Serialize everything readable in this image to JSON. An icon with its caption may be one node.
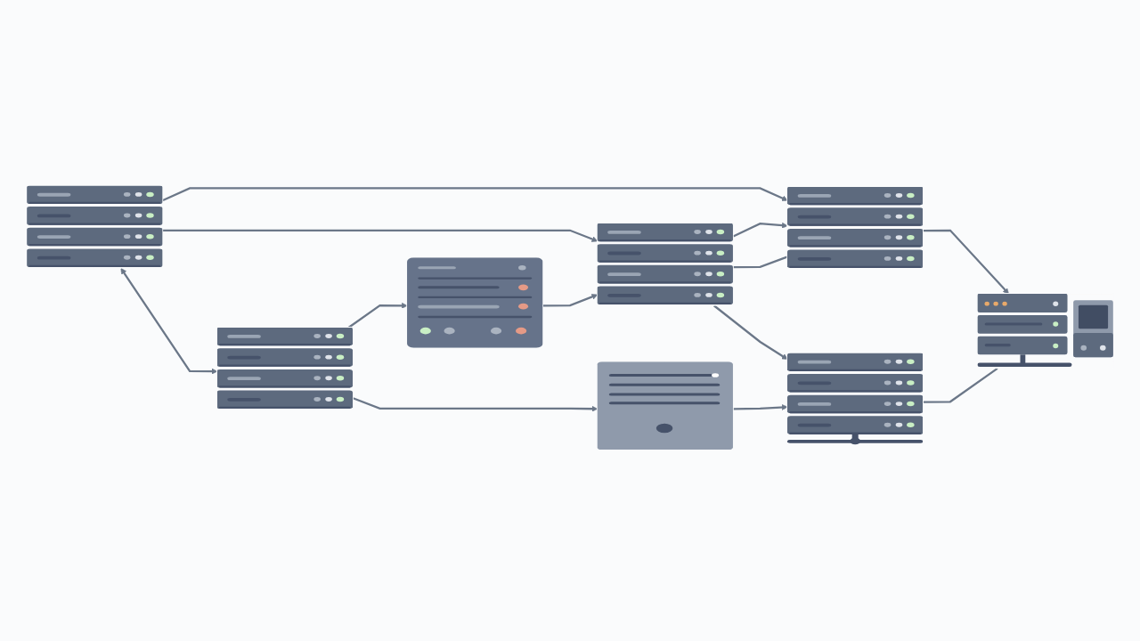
{
  "diagram": {
    "nodes": [
      {
        "text": [],
        "shape": "picture"
      },
      {
        "text": [],
        "shape": "picture"
      },
      {
        "text": [],
        "shape": "picture"
      },
      {
        "text": [],
        "shape": "picture"
      },
      {
        "text": [],
        "shape": "picture"
      },
      {
        "text": [],
        "shape": "picture"
      },
      {
        "text": [],
        "shape": "picture"
      },
      {
        "text": [],
        "shape": "picture"
      }
    ],
    "edges": [
      {
        "from": 0,
        "to": 1,
        "arrow": "both"
      },
      {
        "from": 0,
        "to": 4,
        "arrow": "to"
      },
      {
        "from": 0,
        "to": 3,
        "arrow": "to"
      },
      {
        "from": 1,
        "to": 2,
        "arrow": "to"
      },
      {
        "from": 2,
        "to": 3,
        "arrow": "to"
      },
      {
        "from": 3,
        "to": 4,
        "arrow": "to"
      },
      {
        "from": 3,
        "to": 4,
        "arrow": "none"
      },
      {
        "from": 1,
        "to": 5,
        "arrow": "to"
      },
      {
        "from": 3,
        "to": 6,
        "arrow": "to"
      },
      {
        "from": 4,
        "to": 7,
        "arrow": "to"
      },
      {
        "from": 5,
        "to": 6,
        "arrow": "to"
      },
      {
        "from": 6,
        "to": 7,
        "arrow": "none"
      }
    ]
  }
}
